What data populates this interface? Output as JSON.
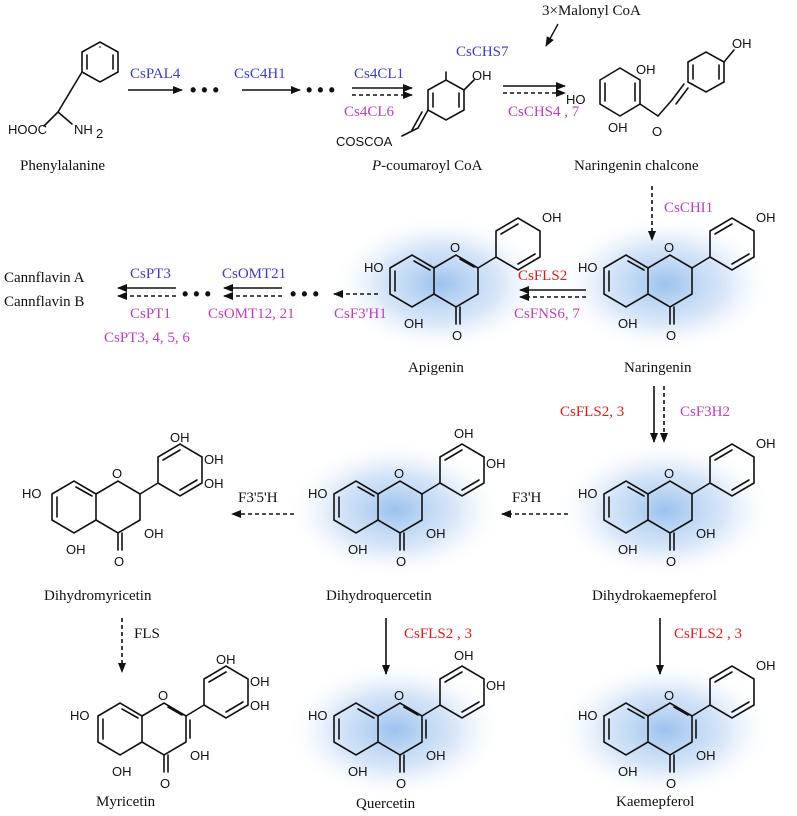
{
  "compounds": {
    "phenylalanine": "Phenylalanine",
    "p_coumaroyl_italic": "P",
    "p_coumaroyl_rest": "-coumaroyl CoA",
    "naringenin_chalcone": "Naringenin chalcone",
    "naringenin": "Naringenin",
    "apigenin": "Apigenin",
    "cannflavin_a": "Cannflavin A",
    "cannflavin_b": "Cannflavin B",
    "dihydromyricetin": "Dihydromyricetin",
    "dihydroquercetin": "Dihydroquercetin",
    "dihydrokaempferol": "Dihydrokaemepferol",
    "myricetin": "Myricetin",
    "quercetin": "Quercetin",
    "kaempferol": "Kaemepferol",
    "malonyl": "3×Malonyl CoA"
  },
  "enzymes": {
    "cspal4": "CsPAL4",
    "csc4h1": "CsC4H1",
    "cs4cl1": "Cs4CL1",
    "cs4cl6": "Cs4CL6",
    "cschs7": "CsCHS7",
    "cschs4_7": "CsCHS4 , 7",
    "cschi1": "CsCHI1",
    "csfls2_top": "CsFLS2",
    "csfns6_7": "CsFNS6, 7",
    "csf3h1": "CsF3'H1",
    "csomt21": "CsOMT21",
    "csomt12_21": "CsOMT12, 21",
    "cspt3": "CsPT3",
    "cspt1": "CsPT1",
    "cspt_multi": "CsPT3, 4, 5, 6",
    "csfls2_3_a": "CsFLS2, 3",
    "csf3h2": "CsF3H2",
    "f3prime5prime_h": "F3'5'H",
    "f3prime_h": "F3'H",
    "fls": "FLS",
    "csfls2_3_b": "CsFLS2 , 3",
    "csfls2_3_c": "CsFLS2 , 3"
  },
  "atoms": {
    "oh": "OH",
    "ho": "HO",
    "o": "O",
    "hooc": "HOOC",
    "nh2_n": "NH",
    "nh2_sub": "2",
    "coscoa": "COSCOA",
    "ellipsis": "• • •"
  },
  "colors": {
    "blue": "#3b3bd6",
    "magenta": "#c03cc0",
    "red": "#e31a1a",
    "black": "#111111",
    "highlight": "#7aaee8"
  }
}
